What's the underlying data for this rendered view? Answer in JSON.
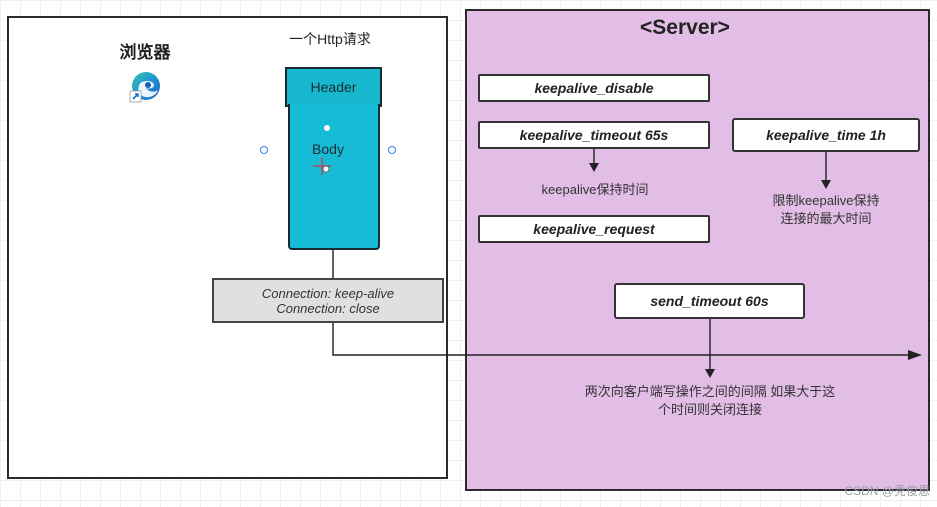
{
  "browser": {
    "title": "浏览器",
    "logo_icon": "edge-browser-icon",
    "http_request_label": "一个Http请求"
  },
  "request": {
    "header_label": "Header",
    "body_label": "Body",
    "connection_lines": [
      "Connection: keep-alive",
      "Connection: close"
    ]
  },
  "server": {
    "title": "<Server>",
    "keepalive_disable": "keepalive_disable",
    "keepalive_timeout": "keepalive_timeout 65s",
    "keepalive_timeout_note": "keepalive保持时间",
    "keepalive_request": "keepalive_request",
    "keepalive_time": "keepalive_time 1h",
    "keepalive_time_note": [
      "限制keepalive保持",
      "连接的最大时间"
    ],
    "send_timeout": "send_timeout 60s",
    "send_timeout_note": [
      "两次向客户端写操作之间的间隔 如果大于这",
      "个时间则关闭连接"
    ]
  },
  "watermark": "CSDN @秃俊恩",
  "colors": {
    "server_background": "#e2bde6",
    "request_box": "#16b7cf",
    "connection_box": "#e0e0e0"
  }
}
